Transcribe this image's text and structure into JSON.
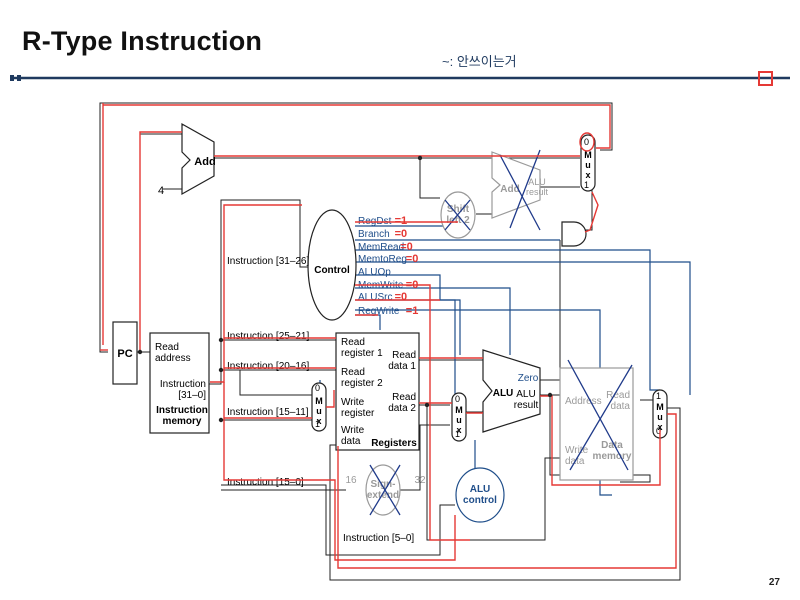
{
  "slide": {
    "title": "R-Type Instruction",
    "page_number": "27",
    "note": "~: 안쓰이는거"
  },
  "diagram": {
    "pc": "PC",
    "add_top": "Add",
    "const_four": "4",
    "add_branch": "Add",
    "alu_result_branch": "ALU\nresult",
    "shift_left": "Shift\nleft 2",
    "control": "Control",
    "signals": [
      "RegDst",
      "Branch",
      "MemRead",
      "MemtoReg",
      "ALUOp",
      "MemWrite",
      "ALUSrc",
      "RegWrite"
    ],
    "signal_values": [
      "=1",
      "=0",
      "=0",
      "=0",
      "",
      "=0",
      "=0",
      "=1"
    ],
    "im": {
      "read_address": "Read\naddress",
      "instruction": "Instruction\n[31–0]",
      "name": "Instruction\nmemory"
    },
    "fields": [
      "Instruction [31–26]",
      "Instruction [25–21]",
      "Instruction [20–16]",
      "Instruction [15–11]",
      "Instruction [15–0]",
      "Instruction [5–0]"
    ],
    "registers": {
      "read_register_1": "Read\nregister 1",
      "read_register_2": "Read\nregister 2",
      "write_register": "Write\nregister",
      "write_data": "Write\ndata",
      "read_data_1": "Read\ndata 1",
      "read_data_2": "Read\ndata 2",
      "name": "Registers"
    },
    "alu": {
      "name": "ALU",
      "zero": "Zero",
      "result": "ALU\nresult"
    },
    "dm": {
      "address": "Address",
      "read_data": "Read\ndata",
      "write_data": "Write\ndata",
      "name": "Data\nmemory"
    },
    "sign_extend": "Sign-\nextend",
    "sign_in": "16",
    "sign_out": "32",
    "alu_control": "ALU\ncontrol",
    "mux_label": "M\nu\nx",
    "mux_inputs": {
      "m1": [
        "0",
        "1"
      ],
      "m2": [
        "0",
        "1"
      ],
      "m3": [
        "1",
        "0"
      ],
      "m4": [
        "0",
        "1"
      ]
    }
  },
  "colors": {
    "accent": "#e53935",
    "title_rule": "#1f3a5f",
    "control_blue": "#1f4e8a",
    "dimmed": "#9a9a9a"
  }
}
